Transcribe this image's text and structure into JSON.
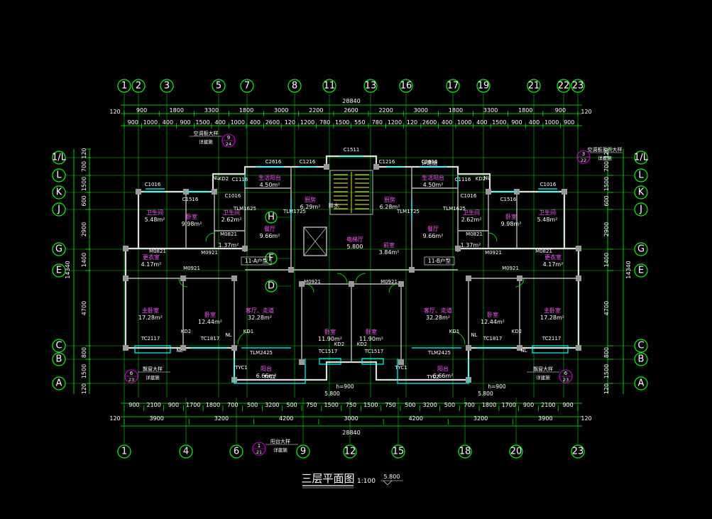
{
  "title": {
    "text": "三层平面图",
    "scale": "1:100",
    "level": "5.800"
  },
  "overall_dim": "28840",
  "grid_top": [
    "1",
    "2",
    "3",
    "5",
    "7",
    "8",
    "11",
    "13",
    "16",
    "17",
    "19",
    "21",
    "22",
    "23"
  ],
  "grid_bottom": [
    "1",
    "4",
    "6",
    "9",
    "12",
    "15",
    "18",
    "20",
    "23"
  ],
  "grid_left": [
    "1/L",
    "L",
    "K",
    "J",
    "G",
    "E",
    "C",
    "B",
    "A"
  ],
  "grid_right": [
    "1/L",
    "L",
    "K",
    "J",
    "G",
    "E",
    "C",
    "B",
    "A"
  ],
  "dims_top_row1": [
    "900",
    "1800",
    "3300",
    "1800",
    "3000",
    "2200",
    "2600",
    "2200",
    "3000",
    "1800",
    "3300",
    "1800",
    "900"
  ],
  "dims_top_row1_ends": [
    "120",
    "120"
  ],
  "dims_top_row2": [
    "900",
    "1000",
    "400",
    "900",
    "1500",
    "400",
    "1000",
    "400",
    "2600",
    "120",
    "1200",
    "780",
    "1500",
    "550",
    "780",
    "1200",
    "120",
    "2600",
    "400",
    "1000",
    "400",
    "1500",
    "900",
    "400",
    "1000",
    "900"
  ],
  "dims_bottom_row1": [
    "900",
    "2100",
    "900",
    "1700",
    "1800",
    "700",
    "500",
    "3200",
    "500",
    "750",
    "1500",
    "750",
    "1500",
    "750",
    "500",
    "3200",
    "500",
    "700",
    "1800",
    "1700",
    "900",
    "2100",
    "900"
  ],
  "dims_bottom_row2": [
    "3900",
    "3200",
    "4200",
    "3000",
    "4200",
    "3200",
    "3900"
  ],
  "dims_bottom_ends": [
    "120",
    "120"
  ],
  "dims_left": [
    "120",
    "700",
    "1500",
    "600",
    "2900",
    "1400",
    "4700",
    "800",
    "1500",
    "120"
  ],
  "dims_left_total": "14340",
  "dims_right": [
    "120",
    "700",
    "1500",
    "600",
    "2900",
    "1400",
    "4700",
    "800",
    "1500",
    "120"
  ],
  "dims_right_total": "14340",
  "rooms": [
    {
      "name": "卫生间",
      "area": "5.48m²"
    },
    {
      "name": "卧室",
      "area": "9.98m²"
    },
    {
      "name": "卫生间",
      "area": "2.62m²"
    },
    {
      "name": "生活阳台",
      "area": "4.50m²"
    },
    {
      "name": "厨房",
      "area": "6.29m²"
    },
    {
      "name": "餐厅",
      "area": "9.66m²"
    },
    {
      "name": "更衣室",
      "area": "4.17m²"
    },
    {
      "name": "主卧室",
      "area": "17.28m²"
    },
    {
      "name": "卧室",
      "area": "12.44m²"
    },
    {
      "name": "客厅、走道",
      "area": "32.28m²"
    },
    {
      "name": "卧室",
      "area": "11.90m²"
    },
    {
      "name": "阳台",
      "area": "6.66m²"
    },
    {
      "name": "电梯厅",
      "area": "5.800"
    },
    {
      "name": "前室",
      "area": "3.84m²"
    },
    {
      "name": "卧室",
      "area": "11.90m²"
    },
    {
      "name": "客厅、走道",
      "area": "32.28m²"
    },
    {
      "name": "阳台",
      "area": "6.66m²"
    },
    {
      "name": "卧室",
      "area": "12.44m²"
    },
    {
      "name": "主卧室",
      "area": "17.28m²"
    },
    {
      "name": "更衣室",
      "area": "4.17m²"
    },
    {
      "name": "餐厅",
      "area": "9.66m²"
    },
    {
      "name": "厨房",
      "area": "6.28m²"
    },
    {
      "name": "生活阳台",
      "area": "4.50m²"
    },
    {
      "name": "卫生间",
      "area": "2.62m²"
    },
    {
      "name": "卧室",
      "area": "9.98m²"
    },
    {
      "name": "卫生间",
      "area": "5.48m²"
    },
    {
      "name": "",
      "area": "1.37m²"
    },
    {
      "name": "",
      "area": "1.37m²"
    }
  ],
  "window_labels": [
    "C1016",
    "C1516",
    "C2616",
    "C1216",
    "C1511",
    "C1216",
    "C2616",
    "C1016",
    "C1516",
    "C1016",
    "C1016",
    "TLM1625",
    "TLM1625",
    "TC2117",
    "TC1817",
    "TLM2425",
    "TC1517",
    "TC1517",
    "TLM2425",
    "TC1817",
    "TC2117",
    "TYC2",
    "TYC2",
    "TYC1",
    "TYC1",
    "C1116",
    "C1116",
    "TLM1725",
    "TLM1725"
  ],
  "door_labels": [
    "M0821",
    "M0821",
    "M0921",
    "M0921",
    "M0921",
    "M0921",
    "M0921",
    "M0921",
    "M0821",
    "M0821",
    "KD1",
    "KD1",
    "KD2",
    "KD2",
    "KD2",
    "KD2",
    "KD2",
    "KD2",
    "NL",
    "NL",
    "NL",
    "NL",
    "NL",
    "NL"
  ],
  "detail_callouts": [
    {
      "label": "空调板大样",
      "sub": "详建施",
      "num": "9",
      "ref": "24"
    },
    {
      "label": "空调板百页大样",
      "sub": "详建施",
      "num": "3",
      "ref": "22"
    },
    {
      "label": "飘窗大样",
      "sub": "详建施",
      "num": "6",
      "ref": "23"
    },
    {
      "label": "飘窗大样",
      "sub": "详建施",
      "num": "6",
      "ref": "23"
    },
    {
      "label": "阳台大样",
      "sub": "详建施",
      "num": "1",
      "ref": "21"
    }
  ],
  "unit_labels": [
    "11-A户型",
    "11-B户型"
  ],
  "sub_grid_letters": [
    "H",
    "F",
    "D"
  ],
  "misc_labels": [
    "排水",
    "详建施",
    "5.800",
    "5.800",
    "h=900",
    "h=900"
  ],
  "colors": {
    "grid_line": "#00cc00",
    "text": "#ffffff",
    "room_name": "#ff55ff",
    "walls": "#dddddd",
    "windows": "#00ffff",
    "callout": "#cc00cc",
    "stairs": "#ffff00",
    "background": "#000000"
  }
}
